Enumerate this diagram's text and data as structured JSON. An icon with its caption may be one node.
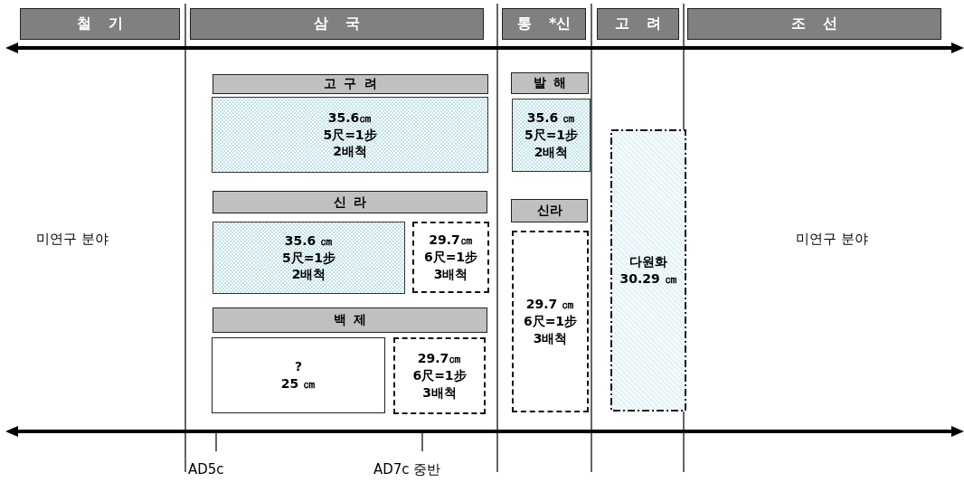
{
  "diagram": {
    "nodes": [
      {
        "text": [
          "철 기"
        ]
      },
      {
        "text": [
          "삼 국"
        ]
      },
      {
        "text": [
          "통 *신"
        ]
      },
      {
        "text": [
          "고 려"
        ]
      },
      {
        "text": [
          "조 선"
        ]
      },
      {
        "text": [
          "고 구 려"
        ]
      },
      {
        "text": [
          "35.6㎝ 5尺=1步 2배척"
        ]
      },
      {
        "text": [
          "신 라"
        ]
      },
      {
        "text": [
          "35.6 ㎝ 5尺=1步 2배척"
        ]
      },
      {
        "text": [
          "29.7㎝ 6尺=1步 3배척"
        ]
      },
      {
        "text": [
          "백 제"
        ]
      },
      {
        "text": [
          "? 25 ㎝"
        ]
      },
      {
        "text": [
          "29.7㎝ 6尺=1步 3배척"
        ]
      },
      {
        "text": [
          "발 해"
        ]
      },
      {
        "text": [
          "35.6 ㎝ 5尺=1步 2배척"
        ]
      },
      {
        "text": [
          "신라"
        ]
      },
      {
        "text": [
          "29.7 ㎝ 6尺=1步 3배척"
        ]
      },
      {
        "text": [
          "다원화 30.29 ㎝"
        ]
      }
    ],
    "labels": [
      "미연구 분야",
      "미연구 분야",
      "AD5c",
      "AD7c 중반"
    ]
  }
}
